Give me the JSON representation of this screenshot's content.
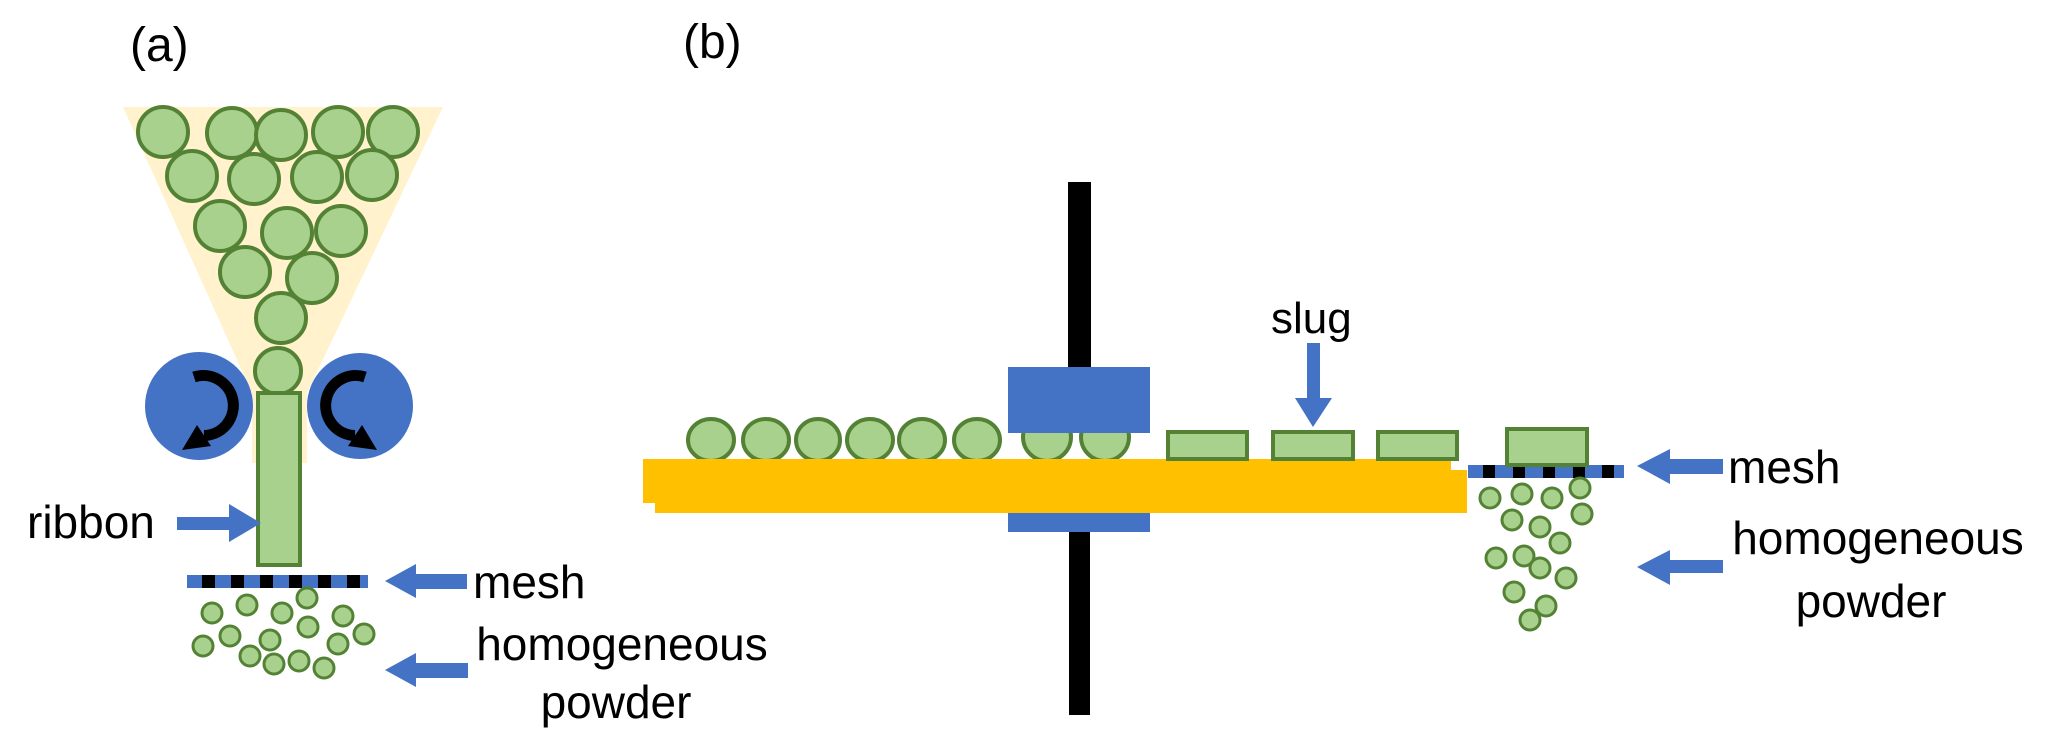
{
  "colors": {
    "blue": "#4472C4",
    "gold": "#FFC000",
    "cream": "#FFF2CC",
    "green_fill": "#A9D18E",
    "green_stroke": "#548235",
    "black": "#000000"
  },
  "panel_a": {
    "label": "(a)",
    "ribbon_label": "ribbon",
    "mesh_label": "mesh",
    "powder_line1": "homogeneous",
    "powder_line2": "powder"
  },
  "panel_b": {
    "label": "(b)",
    "slug_label": "slug",
    "mesh_label": "mesh",
    "powder_line1": "homogeneous",
    "powder_line2": "powder"
  }
}
